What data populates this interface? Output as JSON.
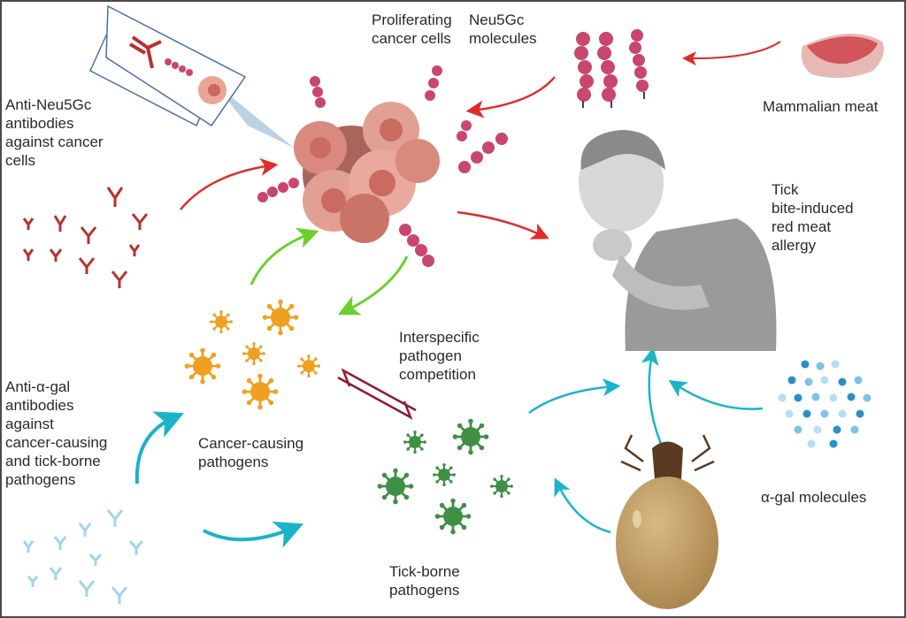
{
  "labels": {
    "proliferating_cancer_cells": "Proliferating\ncancer cells",
    "neu5gc_molecules": "Neu5Gc\nmolecules",
    "mammalian_meat": "Mammalian meat",
    "anti_neu5gc_antibodies": "Anti-Neu5Gc\nantibodies\nagainst cancer\ncells",
    "tick_bite_allergy": "Tick\nbite-induced\nred meat\nallergy",
    "interspecific_competition": "Interspecific\npathogen\ncompetition",
    "anti_agal_antibodies": "Anti-α-gal\nantibodies\nagainst\ncancer-causing\nand tick-borne\npathogens",
    "cancer_causing_pathogens": "Cancer-causing\npathogens",
    "tick_borne_pathogens": "Tick-borne\npathogens",
    "agal_molecules": "α-gal molecules"
  },
  "colors": {
    "red_arrow": "#e02b2b",
    "green_arrow": "#6ccf2e",
    "cyan_arrow": "#1bb3c8",
    "competition_arrow": "#8e1b33",
    "neu5gc_bead": "#c9466e",
    "antibody_red": "#b8312f",
    "antibody_blue": "#9fd5ea",
    "cancer_cell": "#d9897e",
    "orange_pathogen": "#f0a020",
    "green_pathogen": "#3f8f45",
    "agal_dot": "#3a9fd0",
    "tick_body": "#c8a46c",
    "person_gray": "#9a9a9a"
  }
}
